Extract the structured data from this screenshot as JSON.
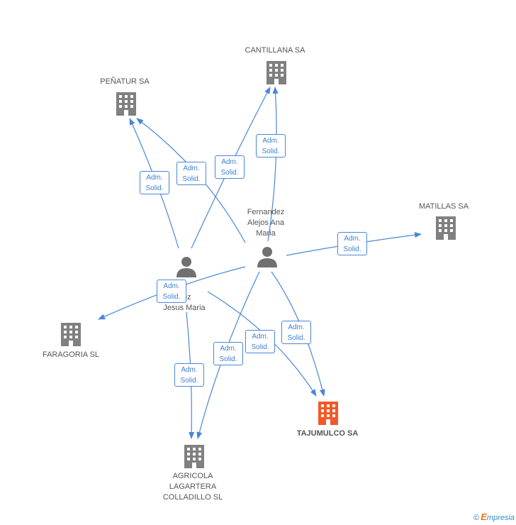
{
  "colors": {
    "edge": "#4a86d8",
    "building": "#808080",
    "building_highlight": "#f05a28",
    "person": "#707070"
  },
  "nodes": {
    "cantillana": {
      "label": "CANTILLANA SA",
      "icon": "building-icon"
    },
    "penatur": {
      "label": "PEÑATUR SA",
      "icon": "building-icon"
    },
    "matillas": {
      "label": "MATILLAS SA",
      "icon": "building-icon"
    },
    "faragoria": {
      "label": "FARAGORIA  SL",
      "icon": "building-icon"
    },
    "tajumulco": {
      "label": "TAJUMULCO SA",
      "icon": "building-icon"
    },
    "agricola": {
      "label": "AGRICOLA\nLAGARTERA\nCOLLADILLO SL",
      "icon": "building-icon"
    },
    "fernandez": {
      "label": "Fernandez\nAlejos Ana\nMaria",
      "icon": "person-icon"
    },
    "person2": {
      "label": "s\nrrez\nJesus Maria",
      "icon": "person-icon"
    }
  },
  "edge_label": {
    "line1": "Adm.",
    "line2": "Solid."
  },
  "footer": {
    "copyright": "©",
    "brand_initial": "E",
    "brand_rest": "mpresia"
  }
}
